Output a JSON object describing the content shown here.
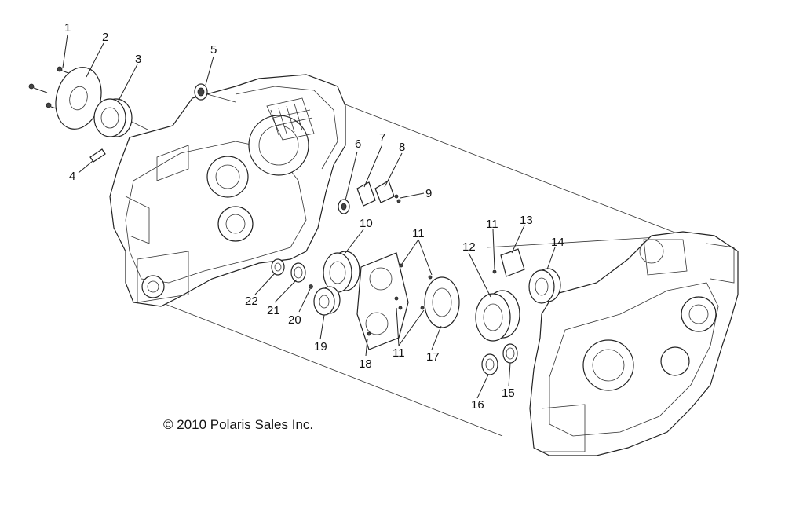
{
  "diagram": {
    "copyright": "© 2010 Polaris Sales Inc.",
    "callouts": [
      {
        "id": "c1",
        "text": "1"
      },
      {
        "id": "c2",
        "text": "2"
      },
      {
        "id": "c3",
        "text": "3"
      },
      {
        "id": "c4",
        "text": "4"
      },
      {
        "id": "c5",
        "text": "5"
      },
      {
        "id": "c6",
        "text": "6"
      },
      {
        "id": "c7",
        "text": "7"
      },
      {
        "id": "c8",
        "text": "8"
      },
      {
        "id": "c9",
        "text": "9"
      },
      {
        "id": "c10",
        "text": "10"
      },
      {
        "id": "c11a",
        "text": "11"
      },
      {
        "id": "c11b",
        "text": "11"
      },
      {
        "id": "c11c",
        "text": "11"
      },
      {
        "id": "c12",
        "text": "12"
      },
      {
        "id": "c13",
        "text": "13"
      },
      {
        "id": "c14",
        "text": "14"
      },
      {
        "id": "c15",
        "text": "15"
      },
      {
        "id": "c16",
        "text": "16"
      },
      {
        "id": "c17",
        "text": "17"
      },
      {
        "id": "c18",
        "text": "18"
      },
      {
        "id": "c19",
        "text": "19"
      },
      {
        "id": "c20",
        "text": "20"
      },
      {
        "id": "c21",
        "text": "21"
      },
      {
        "id": "c22",
        "text": "22"
      }
    ]
  }
}
